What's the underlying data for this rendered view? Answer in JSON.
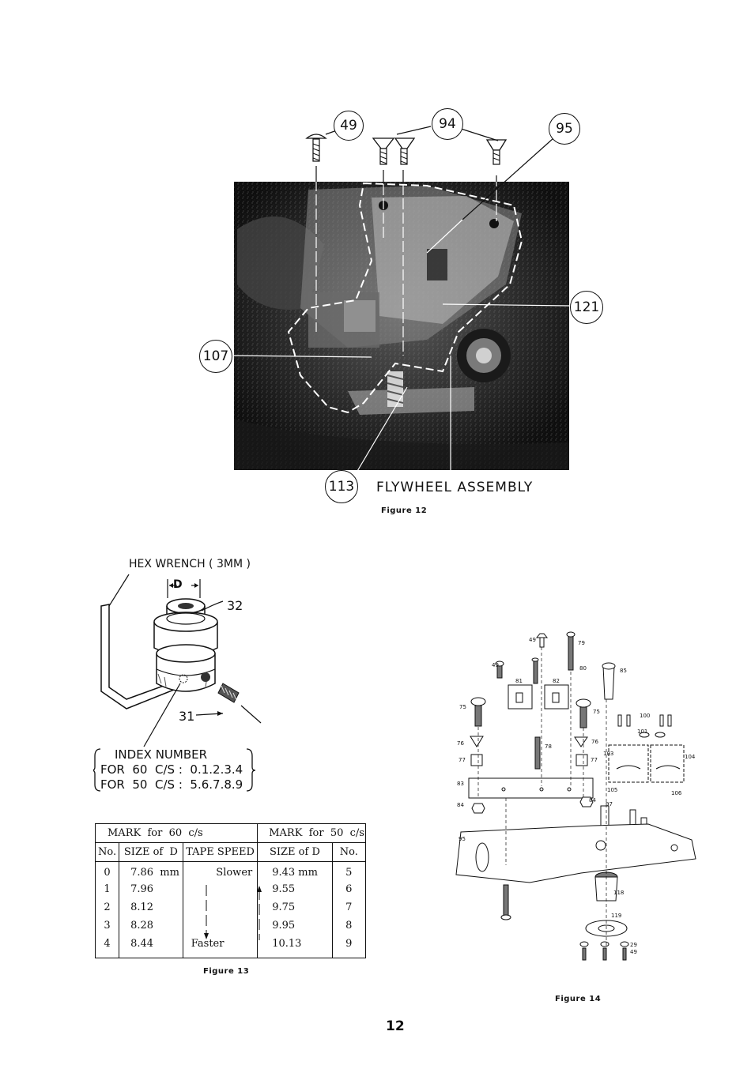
{
  "figure12": {
    "callouts": [
      "49",
      "94",
      "95",
      "121",
      "107",
      "113"
    ],
    "title": "FLYWHEEL ASSEMBLY",
    "caption": "Figure 12"
  },
  "figure13": {
    "wrench_label": "HEX WRENCH ( 3MM )",
    "dimension_label": "D",
    "part_32": "32",
    "part_31": "31",
    "index_title": "INDEX NUMBER",
    "index_60": "FOR  60  C/S :  0.1.2.3.4",
    "index_50": "FOR  50  C/S :  5.6.7.8.9",
    "table": {
      "header_60": "MARK  for  60  c/s",
      "header_50": "MARK  for  50  c/s",
      "columns": [
        "No.",
        "SIZE of  D",
        "TAPE SPEED",
        "SIZE of D",
        "No."
      ],
      "rows": [
        [
          "0",
          "7.86  mm",
          "Slower",
          "9.43 mm",
          "5"
        ],
        [
          "1",
          "7.96",
          "",
          "9.55",
          "6"
        ],
        [
          "2",
          "8.12",
          "",
          "9.75",
          "7"
        ],
        [
          "3",
          "8.28",
          "",
          "9.95",
          "8"
        ],
        [
          "4",
          "8.44",
          "Faster",
          "10.13",
          "9"
        ]
      ]
    },
    "caption": "Figure  13"
  },
  "figure14": {
    "part_numbers": [
      "49",
      "79",
      "49",
      "80",
      "85",
      "81",
      "82",
      "75",
      "75",
      "100",
      "101",
      "76",
      "78",
      "76",
      "77",
      "77",
      "103",
      "104",
      "83",
      "105",
      "106",
      "84",
      "84",
      "97",
      "95",
      "118",
      "119",
      "29",
      "49"
    ],
    "caption": "Figure 14"
  },
  "page_number": "12"
}
